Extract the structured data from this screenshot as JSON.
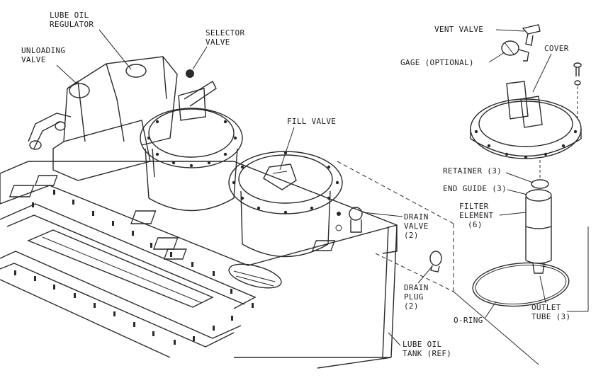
{
  "labels": {
    "lube_oil_regulator_line1": "LUBE OIL",
    "lube_oil_regulator_line2": "REGULATOR",
    "unloading_valve_line1": "UNLOADING",
    "unloading_valve_line2": "VALVE",
    "selector_valve_line1": "SELECTOR",
    "selector_valve_line2": "VALVE",
    "fill_valve": "FILL VALVE",
    "vent_valve": "VENT VALVE",
    "gage": "GAGE (OPTIONAL)",
    "cover": "COVER",
    "retainer": "RETAINER (3)",
    "end_guide": "END GUIDE (3)",
    "filter_element_line1": "FILTER",
    "filter_element_line2": "ELEMENT",
    "filter_element_line3": "(6)",
    "drain_valve_line1": "DRAIN",
    "drain_valve_line2": "VALVE",
    "drain_valve_line3": "(2)",
    "drain_plug_line1": "DRAIN",
    "drain_plug_line2": "PLUG",
    "drain_plug_line3": "(2)",
    "o_ring": "O-RING",
    "outlet_tube_line1": "OUTLET",
    "outlet_tube_line2": "TUBE (3)",
    "lube_oil_tank_line1": "LUBE OIL",
    "lube_oil_tank_line2": "TANK (REF)"
  }
}
